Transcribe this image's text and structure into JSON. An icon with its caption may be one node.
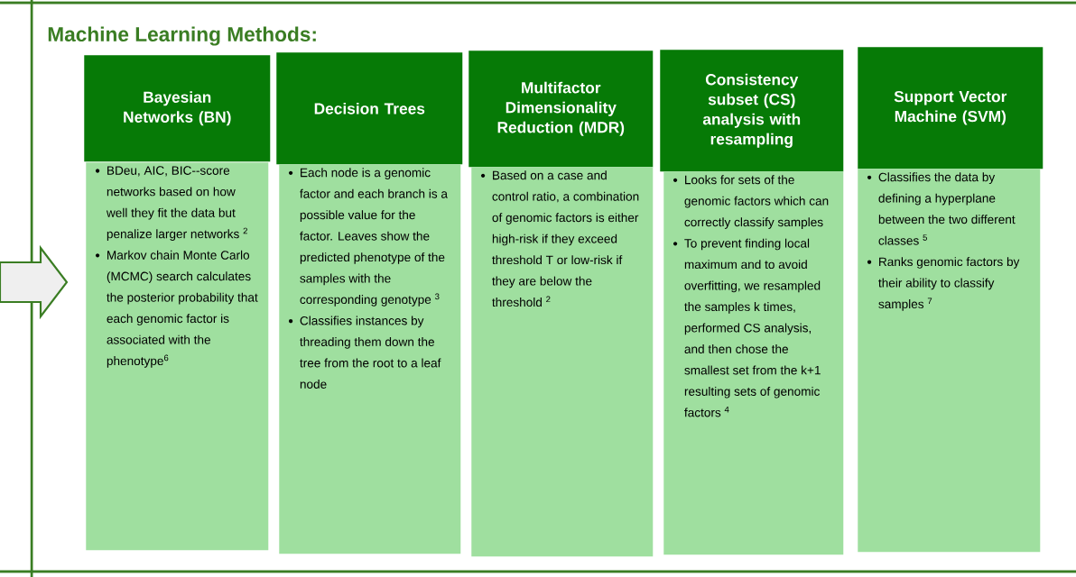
{
  "diagram": {
    "title": "Machine Learning Methods:",
    "nodes": [
      {
        "text": [
          "Bayesian Networks (BN)"
        ]
      },
      {
        "text": [
          "BDeu, AIC, BIC--score networks based on how well they fit the data but penalize larger networks $^{2}$",
          "Markov chain Monte Carlo (MCMC) search calculates the posterior probability that each genomic factor is associated with the phenotype$^{6}$"
        ]
      },
      {
        "text": [
          "Decision Trees"
        ]
      },
      {
        "text": [
          "Each node is a genomic factor and each branch is a possible value for the factor. Leaves show the predicted phenotype of the samples with the corresponding genotype $^{3}$",
          "Classifies instances by threading them down the tree from the root to a leaf node"
        ]
      },
      {
        "text": [
          "Multifactor Dimensionality Reduction (MDR)"
        ]
      },
      {
        "text": [
          "Based on a case and control ratio, a combination of genomic factors is either high-risk if they exceed threshold T or low-risk if they are below the threshold $^{2}$"
        ]
      },
      {
        "text": [
          "Consistency subset (CS) analysis with resampling"
        ]
      },
      {
        "text": [
          "Looks for sets of the genomic factors which can correctly classify samples",
          "To prevent finding local maximum and to avoid overfitting, we resampled the samples k times, performed CS analysis, and then chose the smallest set from the k+1 resulting sets of genomic factors $^{4}$"
        ]
      },
      {
        "text": [
          "Support Vector Machine (SVM)"
        ]
      },
      {
        "text": [
          "Classifies the data by defining a hyperplane between the two different classes $^{5}$",
          "Ranks genomic factors by their ability to classify samples $^{7}$"
        ]
      }
    ]
  }
}
